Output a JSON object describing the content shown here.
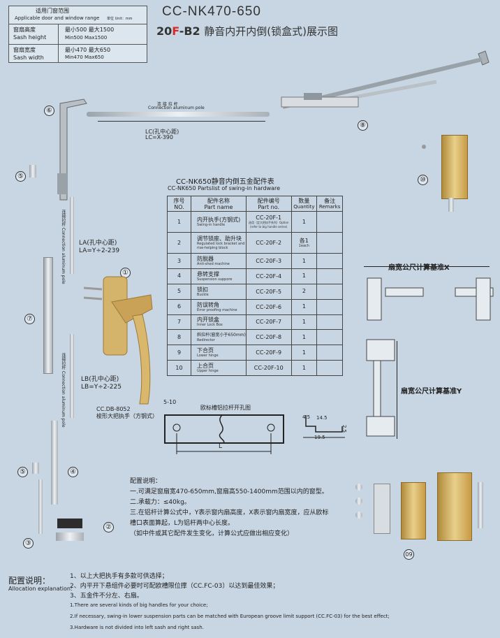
{
  "spec_box": {
    "header_cn": "适用门窗范围",
    "header_en": "Applicable door and window range",
    "unit": "单位 Unit：mm",
    "rows": [
      {
        "label_cn": "窗扇高度",
        "label_en": "Sash height",
        "value_cn": "最小500  最大1500",
        "value_en": "Min500  Max1500"
      },
      {
        "label_cn": "窗扇宽度",
        "label_en": "Sash width",
        "value_cn": "最小470  最大650",
        "value_en": "Min470  Max650"
      }
    ]
  },
  "header": {
    "model": "CC-NK470-650",
    "code_prefix": "20",
    "code_red": "F",
    "code_suffix": "-B2",
    "title_cn": "静音内开内倒(锁盒式)展示图"
  },
  "pole": {
    "label_cn": "连 接 拉 杆",
    "label_en": "Connection aluminum pole",
    "lc_line1": "LC(孔中心距)",
    "lc_line2": "LC=X-390"
  },
  "side_poles": {
    "la_line1": "LA(孔中心距)",
    "la_line2": "LA=Y÷2-239",
    "lb_line1": "LB(孔中心距)",
    "lb_line2": "LB=Y÷2-225",
    "vertical_label": "连接拉杆 Connection aluminum pole"
  },
  "handle": {
    "model": "CC.DB-8052",
    "desc": "梭形大把执手（方钢式）"
  },
  "callouts": [
    "①",
    "②",
    "③",
    "④",
    "⑤",
    "⑥",
    "⑦",
    "⑧",
    "⑩",
    "⑤",
    "09"
  ],
  "parts_table": {
    "title_cn": "CC-NK650静音内倒五金配件表",
    "title_en": "CC-NK650 Partslist of swing-in hardware",
    "headers": [
      {
        "cn": "序号",
        "en": "NO."
      },
      {
        "cn": "配件名称",
        "en": "Part name"
      },
      {
        "cn": "配件编号",
        "en": "Part no."
      },
      {
        "cn": "数量",
        "en": "Quantity"
      },
      {
        "cn": "备注",
        "en": "Remarks"
      }
    ],
    "rows": [
      {
        "no": "1",
        "cn": "内开执手(方钢式)",
        "en": "Swing-in handle",
        "part": "CC-20F-1",
        "part_note": "选用（定大把执手系列）Option (refer to big handle series)",
        "qty": "1"
      },
      {
        "no": "2",
        "cn": "调节锁座、助升块",
        "en": "Regulated lock bracket and rise-helping block",
        "part": "CC-20F-2",
        "qty": "各1",
        "qty_en": "1each"
      },
      {
        "no": "3",
        "cn": "防脱器",
        "en": "Anti-shed machine",
        "part": "CC-20F-3",
        "qty": "1"
      },
      {
        "no": "4",
        "cn": "悬转支撑",
        "en": "Suspension suppore",
        "part": "CC-20F-4",
        "qty": "1"
      },
      {
        "no": "5",
        "cn": "锁扣",
        "en": "Buckle",
        "part": "CC-20F-5",
        "qty": "2"
      },
      {
        "no": "6",
        "cn": "防误转角",
        "en": "Error proofing machine",
        "part": "CC-20F-6",
        "qty": "1"
      },
      {
        "no": "7",
        "cn": "内开锁盒",
        "en": "Inner Lock Box",
        "part": "CC-20F-7",
        "qty": "1"
      },
      {
        "no": "8",
        "cn": "斜拉杆(窗宽小于650mm)",
        "en": "Redirector",
        "part": "CC-20F-8",
        "qty": "1"
      },
      {
        "no": "9",
        "cn": "下合页",
        "en": "Lower hinge",
        "part": "CC-20F-9",
        "qty": "1"
      },
      {
        "no": "10",
        "cn": "上合页",
        "en": "Upper hinge",
        "part": "CC-20F-10",
        "qty": "1"
      }
    ]
  },
  "groove": {
    "title": "欧标槽铝拉杆开孔图",
    "dim_left": "5-10",
    "dim_l": "L",
    "dim_45": "4.5",
    "dim_145": "14.5",
    "dim_195": "19.5",
    "dim_25": "2.5"
  },
  "dimension_labels": {
    "x": "扇宽公尺计算基准X",
    "y": "扇宽公尺计算基准Y"
  },
  "config_notes": {
    "title": "配置说明：",
    "lines": [
      "一.可满足窗扇宽470-650mm,窗扇高550-1400mm范围以内的窗型。",
      "二.承载力：≤40kg。",
      "三.在铝杆计算公式中，Y表示窗内扇高度，X表示窗内扇宽度，应从欧标",
      "槽口表面算起，L为铝杆两中心长度。",
      "（如中件或其它配件发生变化，计算公式应做出相应变化）"
    ]
  },
  "allocation": {
    "title_cn": "配置说明：",
    "title_en": "Allocation explanation:",
    "lines_cn": [
      "1、以上大把执手有多款可供选择；",
      "2、内平开下悬组件必要时可配欧槽限位撑（CC.FC-03）以达到最佳效果；",
      "3、五金件不分左、右扇。"
    ],
    "lines_en": [
      "1.There are several kinds of big handles for your choice;",
      "2.If necessary, swing-in lower suspension parts can be matched with European groove limit support (CC.FC-03) for the best effect;",
      "3.Hardware is not divided into left sash and right sash."
    ]
  }
}
